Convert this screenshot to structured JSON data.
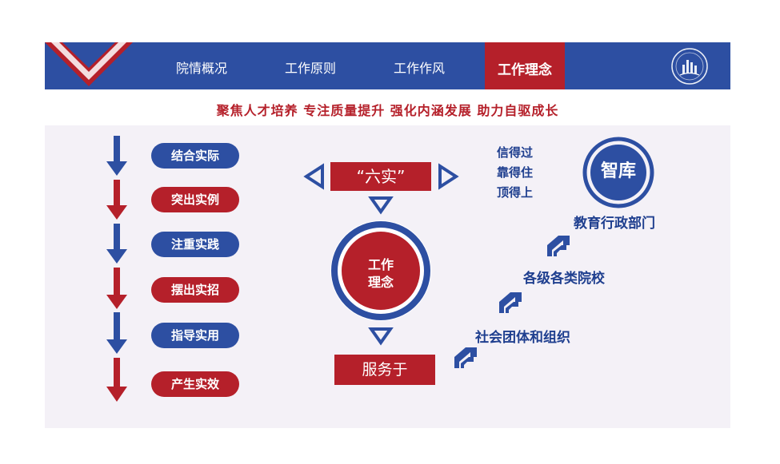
{
  "nav": {
    "items": [
      {
        "label": "院情概况"
      },
      {
        "label": "工作原则"
      },
      {
        "label": "工作作风"
      },
      {
        "label": "工作理念"
      }
    ],
    "active_index": 3
  },
  "slogan": "聚焦人才培养  专注质量提升  强化内涵发展  助力自驱成长",
  "pills": [
    {
      "label": "结合实际",
      "color": "blue"
    },
    {
      "label": "突出实例",
      "color": "red"
    },
    {
      "label": "注重实践",
      "color": "blue"
    },
    {
      "label": "摆出实招",
      "color": "red"
    },
    {
      "label": "指导实用",
      "color": "blue"
    },
    {
      "label": "产生实效",
      "color": "red"
    }
  ],
  "center": {
    "six_real": "“六实”",
    "circle_line1": "工作",
    "circle_line2": "理念",
    "serve": "服务于"
  },
  "trust": [
    "信得过",
    "靠得住",
    "顶得上"
  ],
  "think_tank": "智库",
  "targets": [
    "教育行政部门",
    "各级各类院校",
    "社会团体和组织"
  ],
  "colors": {
    "blue": "#2d4fa2",
    "red": "#b5202a",
    "bg": "#f4f1f7"
  }
}
